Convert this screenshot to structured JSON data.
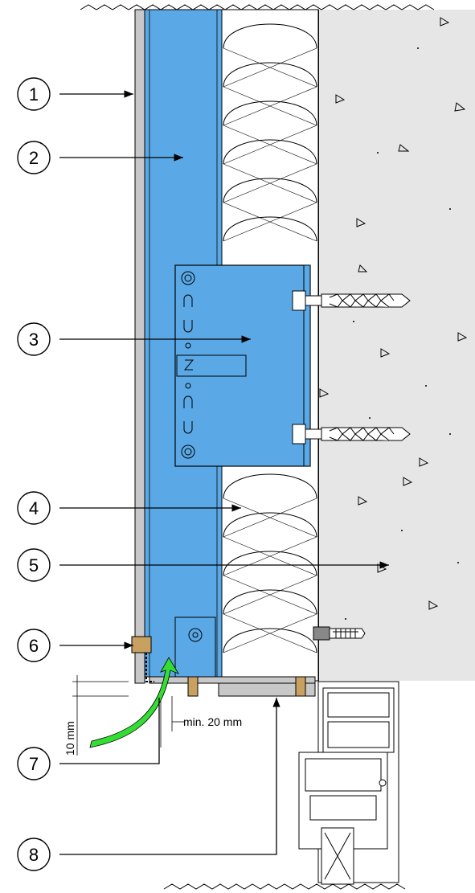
{
  "callouts": [
    {
      "number": "1"
    },
    {
      "number": "2"
    },
    {
      "number": "3"
    },
    {
      "number": "4"
    },
    {
      "number": "5"
    },
    {
      "number": "6"
    },
    {
      "number": "7"
    },
    {
      "number": "8"
    }
  ],
  "dimensions": {
    "vertical_gap": "10 mm",
    "horizontal_gap": "min. 20 mm"
  },
  "colors": {
    "insulation_board": "#5aa9e6",
    "bracket": "#5aa9e6",
    "cladding_panel": "#c8c8c8",
    "concrete": "#e6e6e6",
    "airflow_arrow": "#33dd33",
    "outline": "#000000"
  },
  "icons": {
    "airflow": "curved-arrow-icon",
    "anchor": "wall-anchor-icon",
    "window_frame": "window-profile-icon"
  }
}
